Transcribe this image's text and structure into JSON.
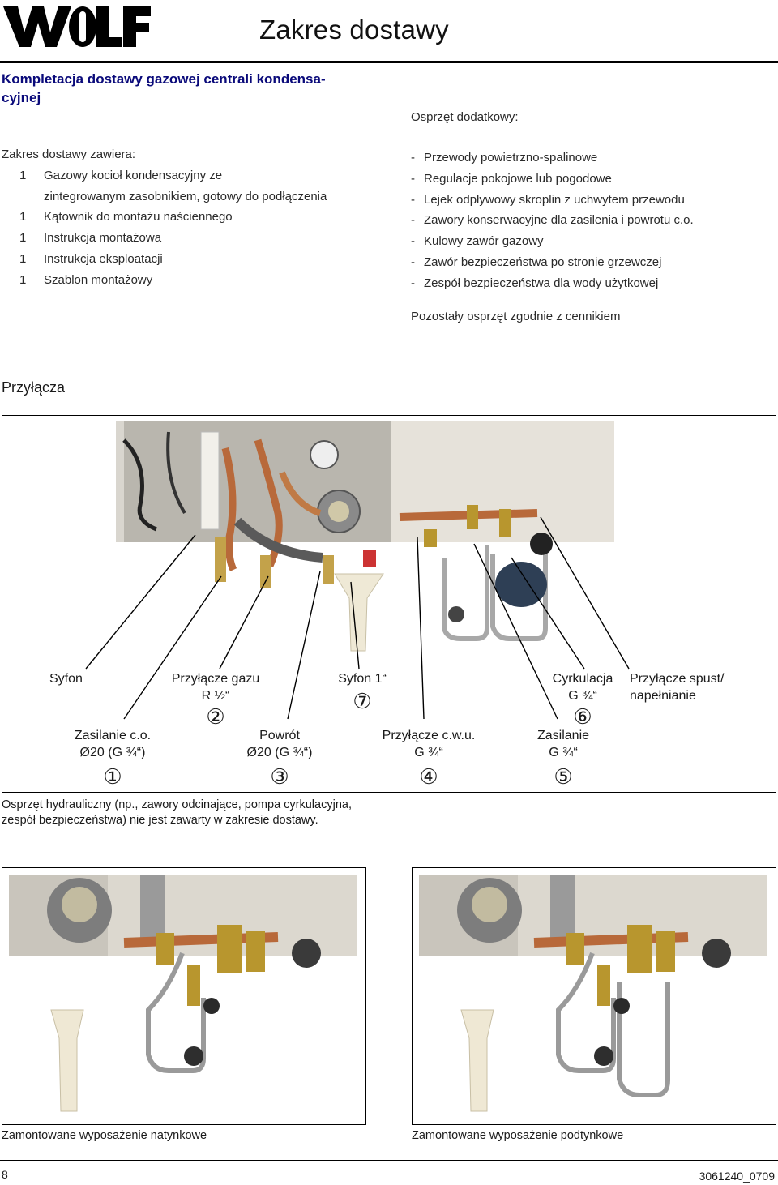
{
  "header": {
    "brand": "WOLF",
    "title": "Zakres dostawy"
  },
  "section_delivery": {
    "heading_line1": "Kompletacja dostawy gazowej centrali kondensa-",
    "heading_line2": "cyjnej",
    "scope_title": "Zakres dostawy zawiera:",
    "items": [
      {
        "qty": "1",
        "text_line1": "Gazowy kocioł kondensacyjny ze",
        "text_line2": "zintegrowanym zasobnikiem, gotowy do podłączenia"
      },
      {
        "qty": "1",
        "text_line1": "Kątownik do montażu naściennego"
      },
      {
        "qty": "1",
        "text_line1": "Instrukcja montażowa"
      },
      {
        "qty": "1",
        "text_line1": "Instrukcja eksploatacji"
      },
      {
        "qty": "1",
        "text_line1": "Szablon montażowy"
      }
    ]
  },
  "accessories": {
    "title": "Osprzęt dodatkowy:",
    "items": [
      "Przewody powietrzno-spalinowe",
      "Regulacje pokojowe lub pogodowe",
      "Lejek odpływowy skroplin z uchwytem przewodu",
      "Zawory konserwacyjne dla zasilenia i powrotu c.o.",
      "Kulowy zawór gazowy",
      "Zawór bezpieczeństwa po stronie grzewczej",
      "Zespół bezpieczeństwa dla wody użytkowej"
    ],
    "dash": "-",
    "note": "Pozostały osprzęt zgodnie z cennikiem"
  },
  "connections": {
    "heading": "Przyłącza",
    "labels": {
      "syfon": "Syfon",
      "gas_line1": "Przyłącze gazu",
      "gas_line2": "R ½“",
      "gas_num": "②",
      "syfon1_line1": "Syfon 1“",
      "syfon1_num": "⑦",
      "cyrk_line1": "Cyrkulacja",
      "cyrk_line2": "G ¾“",
      "cyrk_num": "⑥",
      "drain_line1": "Przyłącze spust/",
      "drain_line2": "napełnianie",
      "supply_co_line1": "Zasilanie c.o.",
      "supply_co_line2": "Ø20 (G ¾“)",
      "supply_co_num": "①",
      "return_line1": "Powrót",
      "return_line2": "Ø20 (G ¾“)",
      "return_num": "③",
      "cwu_line1": "Przyłącze c.w.u.",
      "cwu_line2": "G ¾“",
      "cwu_num": "④",
      "zas_line1": "Zasilanie",
      "zas_line2": "G ¾“",
      "zas_num": "⑤"
    },
    "note_line1": "Osprzęt hydrauliczny (np., zawory odcinające, pompa cyrkulacyjna,",
    "note_line2": "zespół bezpieczeństwa) nie jest zawarty w zakresie dostawy."
  },
  "photos": {
    "left_caption": "Zamontowane wyposażenie natynkowe",
    "right_caption": "Zamontowane wyposażenie podtynkowe"
  },
  "footer": {
    "page": "8",
    "doc_number": "3061240_0709"
  },
  "colors": {
    "heading_blue": "#0a0a7a",
    "copper": "#b8693a",
    "brass": "#b8962e"
  }
}
